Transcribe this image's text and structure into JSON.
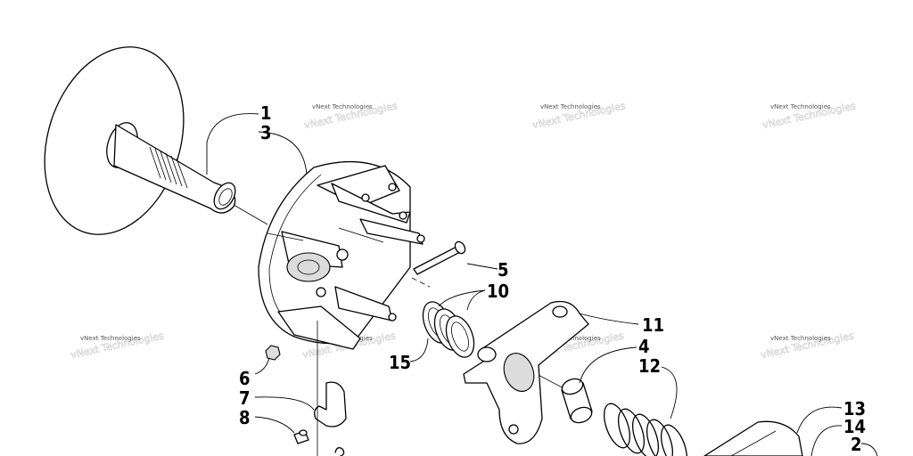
{
  "diagram": {
    "watermark_text": "vNext Technologies",
    "callouts": {
      "c1": "1",
      "c3": "3",
      "c5": "5",
      "c10": "10",
      "c11": "11",
      "c4": "4",
      "c12": "12",
      "c15": "15",
      "c6": "6",
      "c7": "7",
      "c8": "8",
      "c13": "13",
      "c14": "14",
      "c2": "2"
    }
  }
}
